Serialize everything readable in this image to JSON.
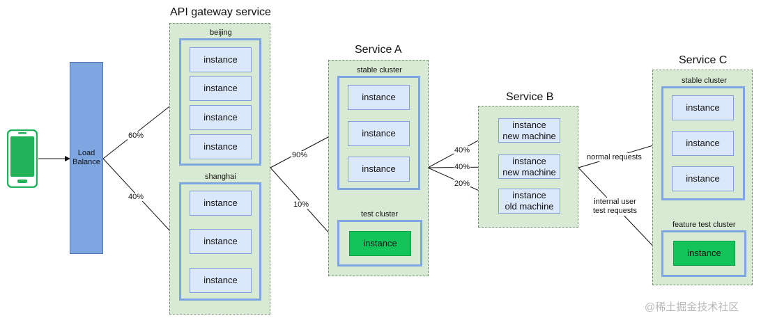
{
  "load_balancer": {
    "line1": "Load",
    "line2": "Balance"
  },
  "gateway": {
    "title": "API gateway service",
    "beijing": {
      "label": "beijing",
      "instances": [
        "instance",
        "instance",
        "instance",
        "instance"
      ]
    },
    "shanghai": {
      "label": "shanghai",
      "instances": [
        "instance",
        "instance",
        "instance"
      ]
    }
  },
  "service_a": {
    "title": "Service A",
    "stable": {
      "label": "stable cluster",
      "instances": [
        "instance",
        "instance",
        "instance"
      ]
    },
    "test": {
      "label": "test cluster",
      "instances": [
        "instance"
      ]
    }
  },
  "service_b": {
    "title": "Service B",
    "instances": [
      {
        "line1": "instance",
        "line2": "new machine"
      },
      {
        "line1": "instance",
        "line2": "new machine"
      },
      {
        "line1": "instance",
        "line2": "old machine"
      }
    ]
  },
  "service_c": {
    "title": "Service C",
    "stable": {
      "label": "stable cluster",
      "instances": [
        "instance",
        "instance",
        "instance"
      ]
    },
    "feature": {
      "label": "feature test cluster",
      "instances": [
        "instance"
      ]
    }
  },
  "edges": {
    "lb_to_beijing": "60%",
    "lb_to_shanghai": "40%",
    "gw_to_stable_a": "90%",
    "gw_to_test_a": "10%",
    "a_to_b1": "40%",
    "a_to_b2": "40%",
    "a_to_b3": "20%",
    "b_to_c_stable": "normal requests",
    "b_to_c_feature_l1": "internal user",
    "b_to_c_feature_l2": "test requests"
  },
  "watermark": "@稀土掘金技术社区",
  "colors": {
    "service_bg": "#d8ead3",
    "cluster_border": "#7ea6e0",
    "instance_bg": "#dbe8fb",
    "highlight_instance": "#12c45a",
    "load_balancer": "#7ea6e0",
    "phone": "#22b35a"
  },
  "icons": [
    "smartphone-icon"
  ]
}
